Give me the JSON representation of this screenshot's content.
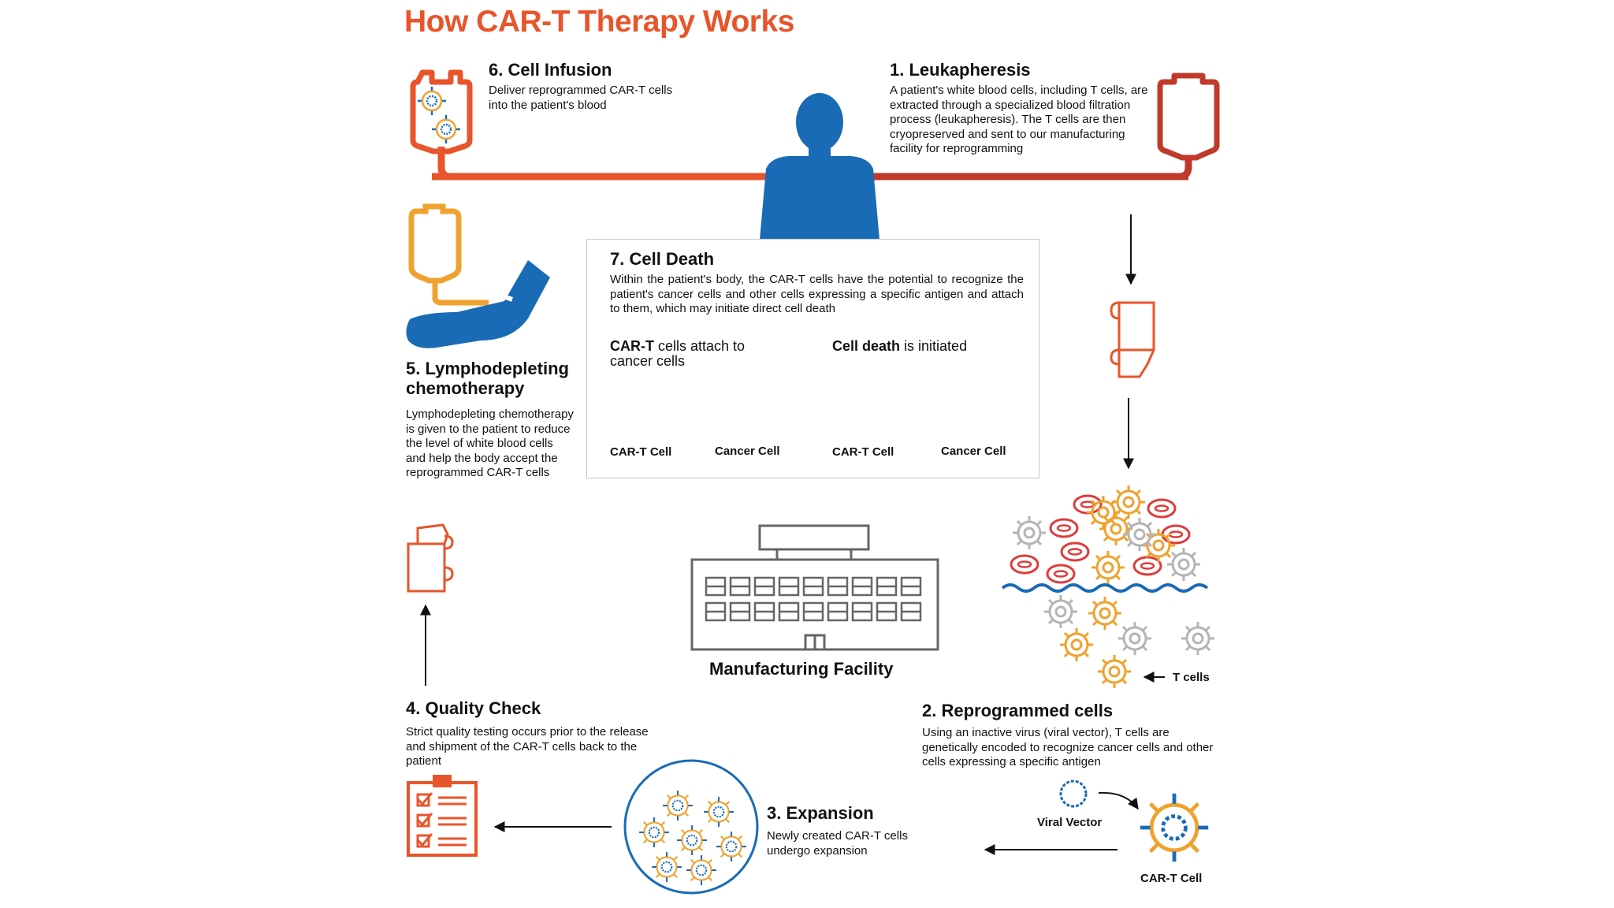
{
  "title": "How CAR-T Therapy Works",
  "steps": {
    "s1": {
      "heading": "1. Leukapheresis",
      "text": "A patient's white blood cells, including T cells, are extracted through a specialized blood filtration process (leukapheresis). The T cells are then cryopreserved and sent to our manufacturing facility for reprogramming"
    },
    "s2": {
      "heading": "2. Reprogrammed cells",
      "text": "Using an inactive virus (viral vector), T cells are genetically encoded to recognize cancer cells and other cells expressing a specific antigen"
    },
    "s3": {
      "heading": "3. Expansion",
      "text": "Newly created CAR-T cells undergo expansion"
    },
    "s4": {
      "heading": "4. Quality Check",
      "text": "Strict quality testing occurs prior to the release and shipment of the CAR-T cells back to the patient"
    },
    "s5": {
      "heading": "5. Lymphodepleting chemotherapy",
      "text": "Lymphodepleting chemotherapy is given to the patient to reduce the level of white blood cells and help the body accept the reprogrammed CAR-T cells"
    },
    "s6": {
      "heading": "6. Cell Infusion",
      "text": "Deliver reprogrammed CAR-T cells into the patient's blood"
    },
    "s7": {
      "heading": "7. Cell Death",
      "text": "Within the patient's body, the CAR-T cells have the potential to recognize the patient's cancer cells and other cells expressing a specific antigen and attach to them, which may initiate direct cell death",
      "panel_left_bold": "CAR-T",
      "panel_left_rest": " cells attach to cancer cells",
      "panel_right_bold": "Cell death",
      "panel_right_rest": " is initiated",
      "cart_cell_label": "CAR-T Cell",
      "cancer_cell_label": "Cancer Cell"
    }
  },
  "labels": {
    "manufacturing": "Manufacturing Facility",
    "t_cells": "T cells",
    "viral_vector": "Viral Vector",
    "cart_cell": "CAR-T Cell"
  },
  "colors": {
    "orange": "#e8552b",
    "dark_red": "#c0392b",
    "blue": "#1a6bb5",
    "yellow": "#f0a22e",
    "gray": "#b5b5b5",
    "dark": "#555555"
  }
}
